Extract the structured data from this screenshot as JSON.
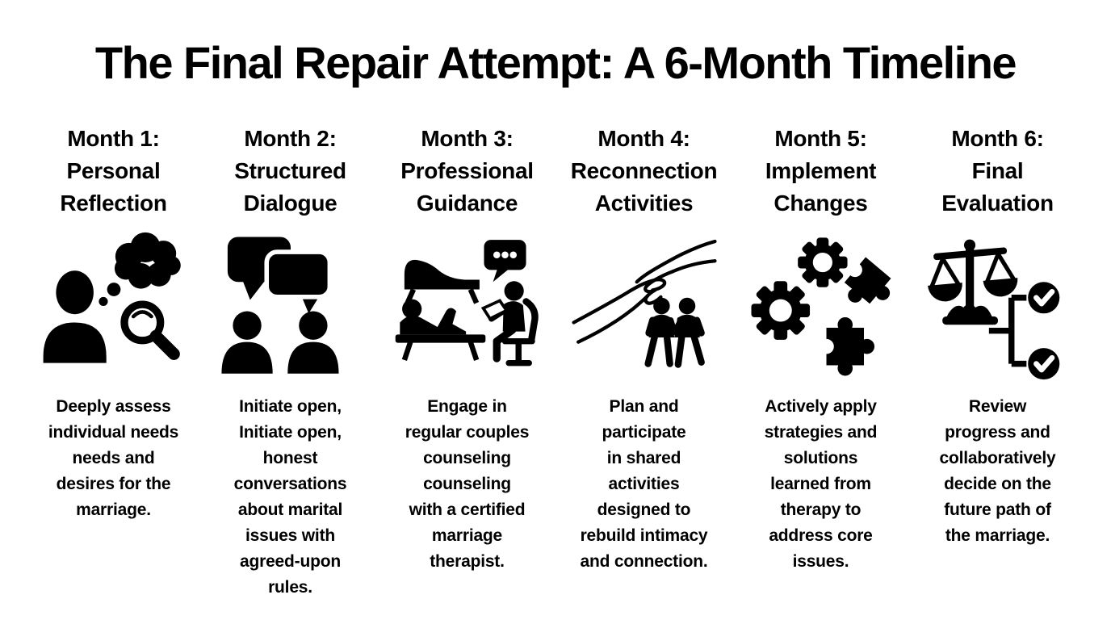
{
  "title": "The Final Repair Attempt: A 6-Month Timeline",
  "colors": {
    "text": "#000000",
    "background": "#ffffff"
  },
  "columns": [
    {
      "heading": "Month 1:\nPersonal\nReflection",
      "icon": "thinking-person-magnifier-icon",
      "description": "Deeply assess\nindividual needs\nneeds and\ndesires for the\nmarriage."
    },
    {
      "heading": "Month 2:\nStructured\nDialogue",
      "icon": "speech-bubbles-people-icon",
      "description": "Initiate open,\nInitiate open,\nhonest\nconversations\nabout marital\nissues with\nagreed-upon\nrules."
    },
    {
      "heading": "Month 3:\nProfessional\nGuidance",
      "icon": "therapy-session-icon",
      "description": "Engage in\nregular couples\ncounseling\ncounseling\nwith a certified\nmarriage\ntherapist."
    },
    {
      "heading": "Month 4:\nReconnection\nActivities",
      "icon": "reaching-hands-couple-icon",
      "description": "Plan and\nparticipate\nin shared\nactivities\ndesigned to\nrebuild intimacy\nand connection."
    },
    {
      "heading": "Month 5:\nImplement\nChanges",
      "icon": "gears-puzzle-icon",
      "description": "Actively apply\nstrategies and\nsolutions\nlearned from\ntherapy to\naddress core\nissues."
    },
    {
      "heading": "Month 6:\nFinal\nEvaluation",
      "icon": "scale-decision-checklist-icon",
      "description": "Review\nprogress and\ncollaboratively\ndecide on the\nfuture path of\nthe marriage."
    }
  ]
}
